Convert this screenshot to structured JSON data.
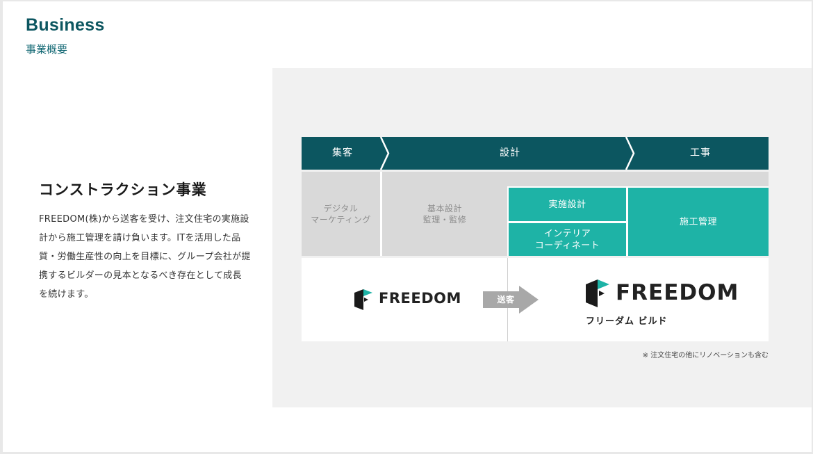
{
  "header": {
    "title": "Business",
    "subtitle": "事業概要"
  },
  "section": {
    "heading": "コンストラクション事業",
    "body": "FREEDOM(株)から送客を受け、注文住宅の実施設計から施工管理を請け負います。ITを活用した品質・労働生産性の向上を目標に、グループ会社が提携するビルダーの見本となるべき存在として成長を続けます。"
  },
  "diagram": {
    "phases": [
      "集客",
      "設計",
      "工事"
    ],
    "gray_cells": {
      "digital_marketing": "デジタル\nマーケティング",
      "basic_design": "基本設計\n監理・監修"
    },
    "teal_cells": {
      "detail_design": "実施設計",
      "interior": "インテリア\nコーディネート",
      "construction_mgmt": "施工管理"
    },
    "logo_left": "FREEDOM",
    "arrow_label": "送客",
    "logo_right": "FREEDOM",
    "logo_right_sub": "フリーダム ビルド",
    "note": "※ 注文住宅の他にリノベーションも含む"
  },
  "colors": {
    "dark_teal": "#0c5660",
    "teal": "#1eb3a6",
    "gray": "#d9d9d9",
    "panel": "#f1f1f1"
  }
}
